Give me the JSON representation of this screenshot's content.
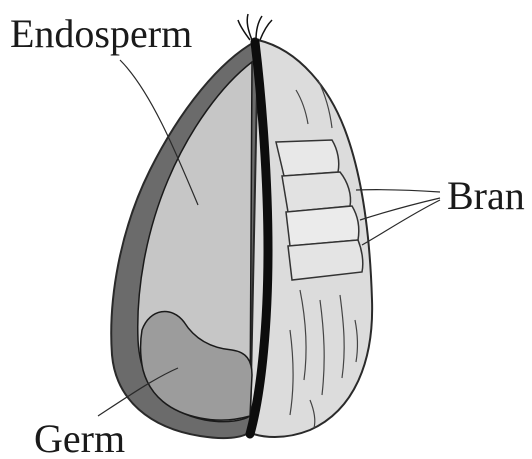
{
  "labels": {
    "endosperm": "Endosperm",
    "bran": "Bran",
    "germ": "Germ"
  },
  "colors": {
    "outer_hull": "#6b6b6b",
    "endosperm_fill": "#c6c6c6",
    "germ_fill": "#9c9c9c",
    "crease": "#0d0d0d",
    "bran_surface": "#dcdcdc",
    "leader_line": "#2a2a2a"
  }
}
